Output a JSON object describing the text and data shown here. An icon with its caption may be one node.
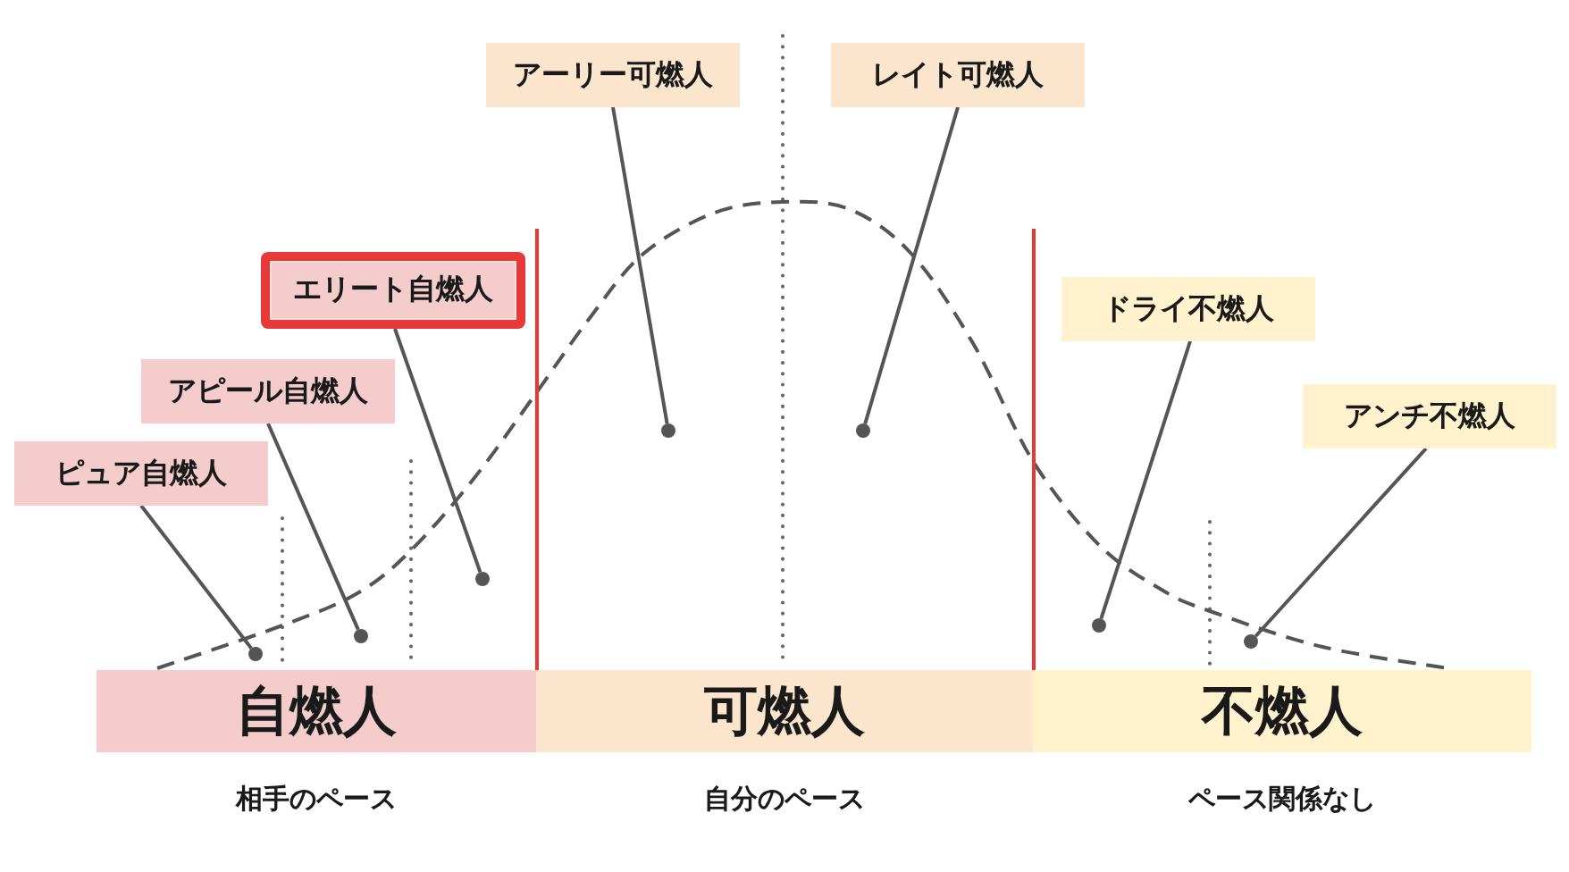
{
  "diagram": {
    "nodes": [
      {
        "text": [
          "アーリー可燃人"
        ]
      },
      {
        "text": [
          "レイト可燃人"
        ]
      },
      {
        "text": [
          "エリート自燃人"
        ]
      },
      {
        "text": [
          "ドライ不燃人"
        ]
      },
      {
        "text": [
          "アピール自燃人"
        ]
      },
      {
        "text": [
          "アンチ不燃人"
        ]
      },
      {
        "text": [
          "ピュア自燃人"
        ]
      },
      {
        "text": [
          "自燃人"
        ],
        "beside": [
          "相手のペース"
        ]
      },
      {
        "text": [
          "可燃人"
        ],
        "beside": [
          "自分のペース"
        ]
      },
      {
        "text": [
          "不燃人"
        ],
        "beside": [
          "ペース関係なし"
        ]
      },
      {
        "text": [],
        "shape": "circle"
      },
      {
        "text": [],
        "shape": "circle"
      },
      {
        "text": [],
        "shape": "circle"
      },
      {
        "text": [],
        "shape": "circle"
      },
      {
        "text": [],
        "shape": "circle"
      },
      {
        "text": [],
        "shape": "circle"
      },
      {
        "text": [],
        "shape": "circle"
      }
    ],
    "edges": [
      {
        "from": 0,
        "to": 10,
        "arrow": "none"
      },
      {
        "from": 1,
        "to": 11,
        "arrow": "none"
      },
      {
        "from": 2,
        "to": 12,
        "arrow": "none"
      },
      {
        "from": 3,
        "to": 13,
        "arrow": "none"
      },
      {
        "from": 4,
        "to": 14,
        "arrow": "none"
      },
      {
        "from": 5,
        "to": 15,
        "arrow": "none"
      },
      {
        "from": 6,
        "to": 16,
        "arrow": "none"
      }
    ]
  }
}
